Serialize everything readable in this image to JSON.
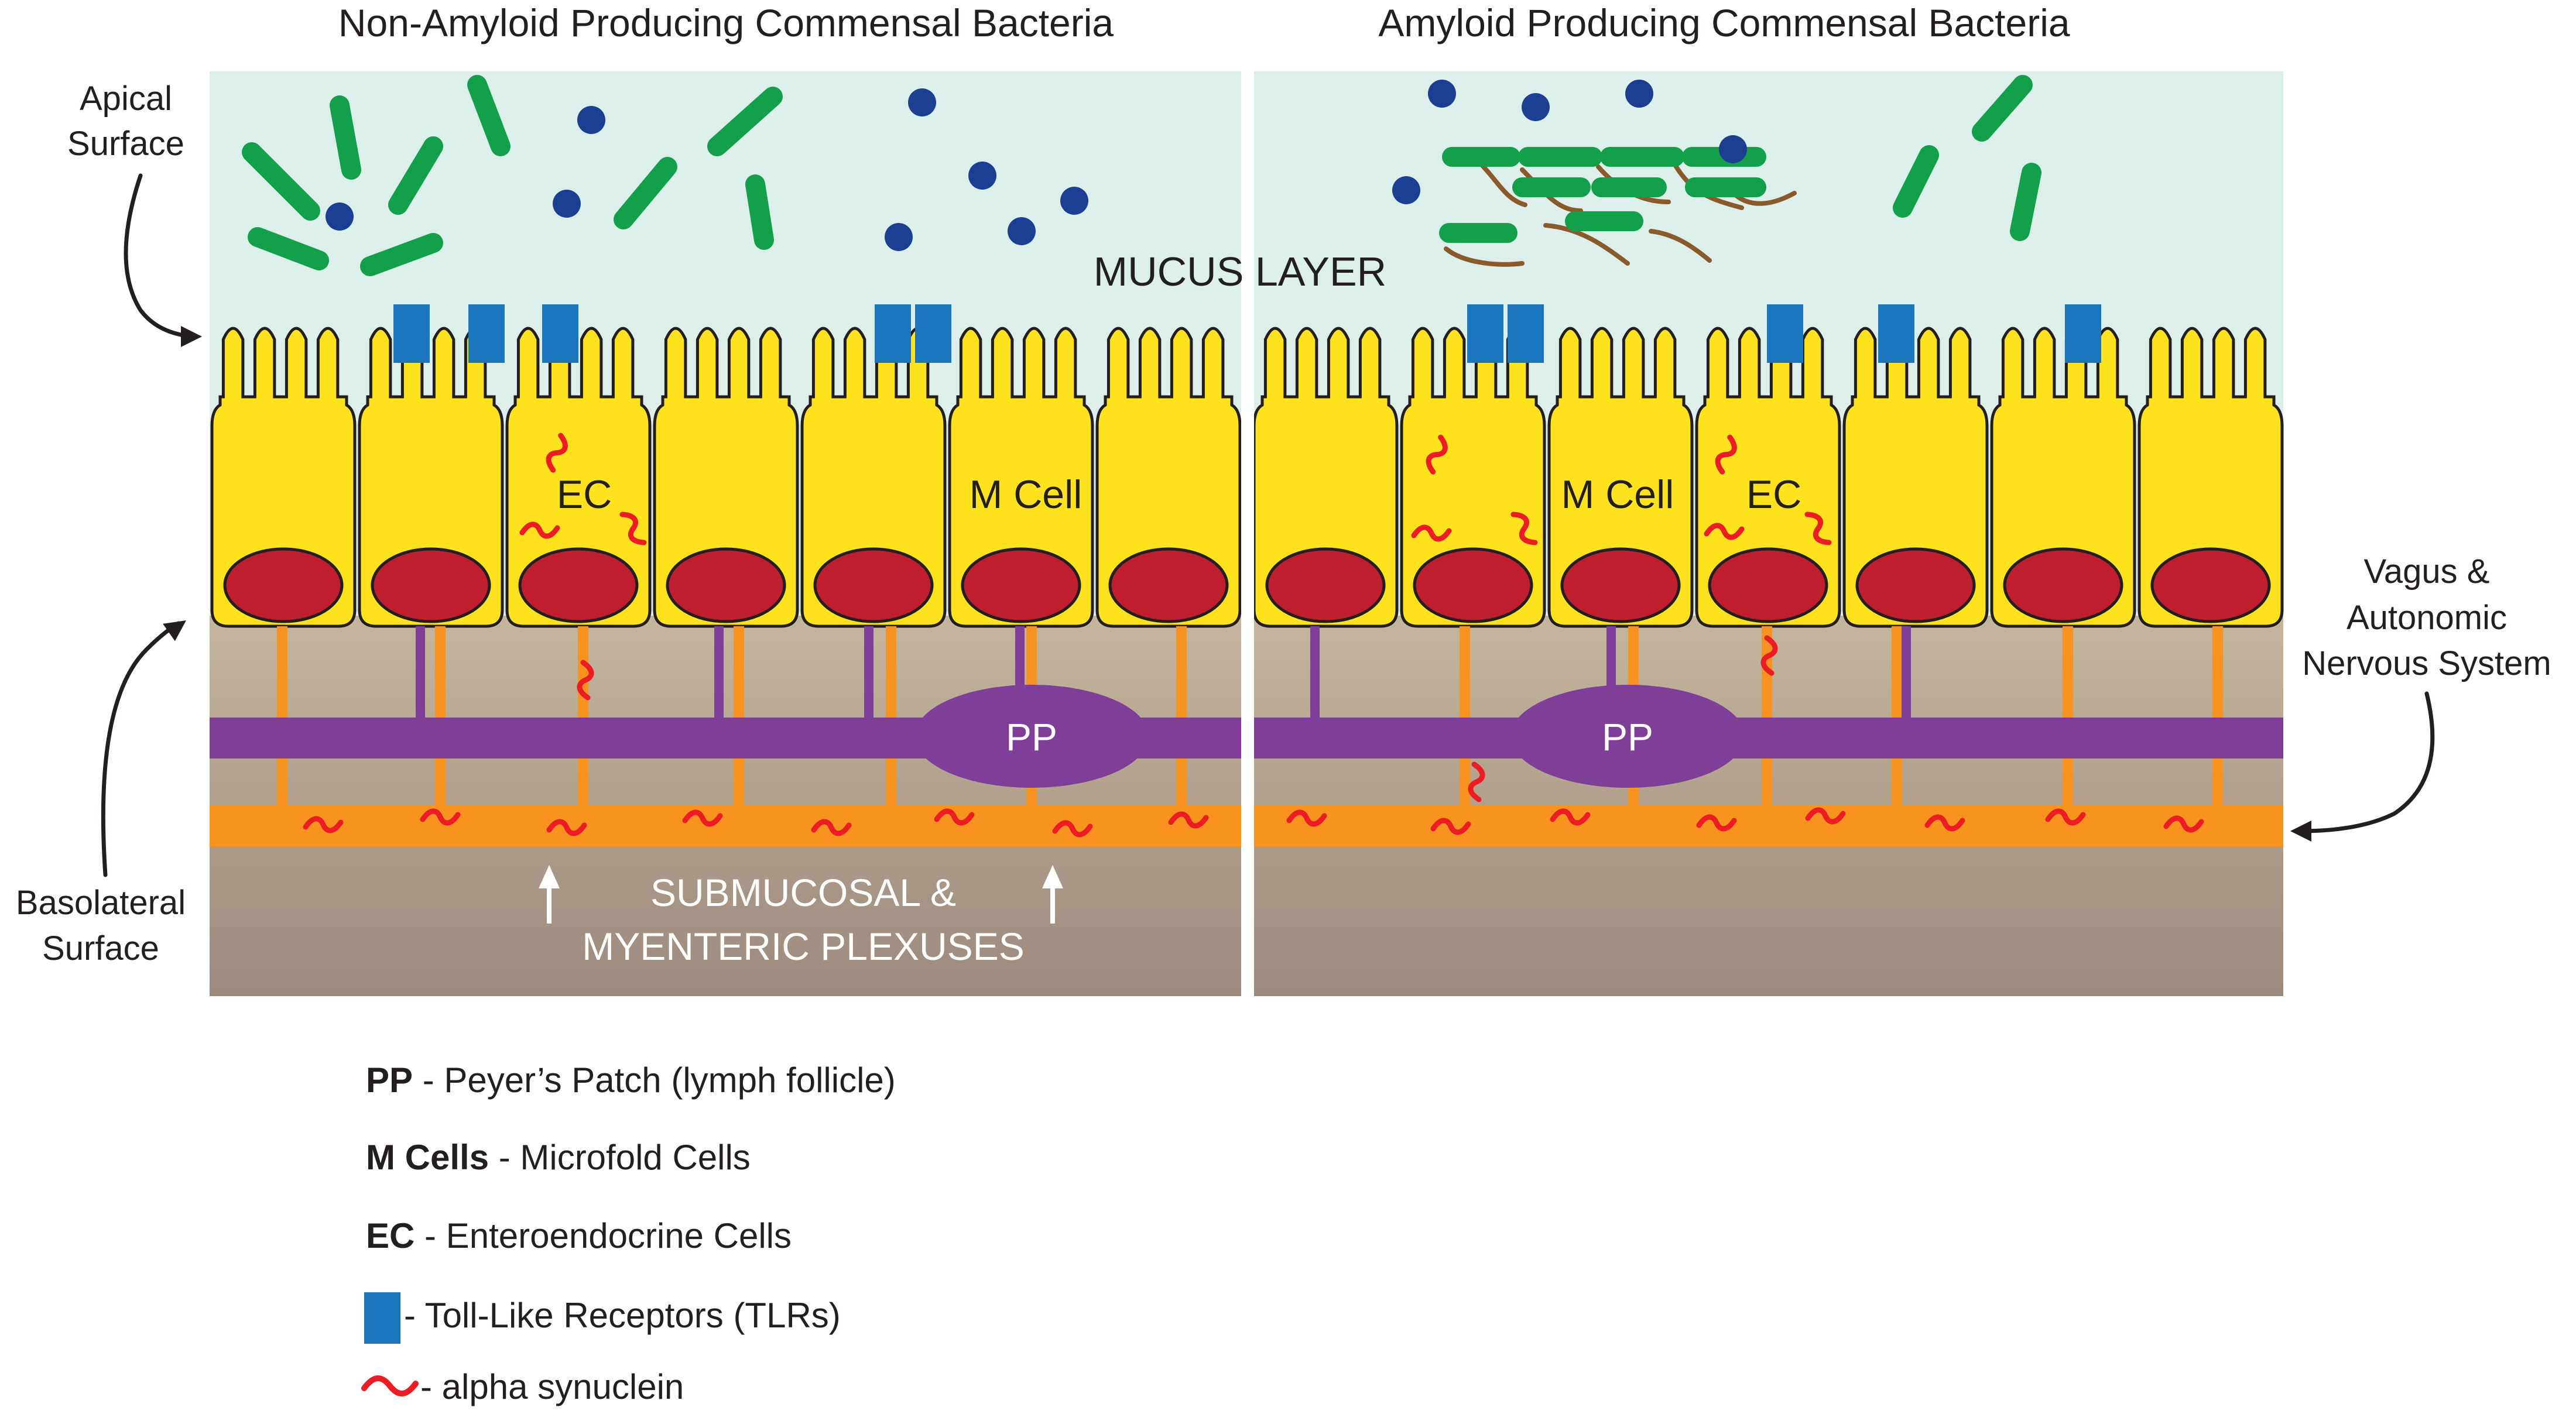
{
  "panels": {
    "left_title": "Non-Amyloid Producing Commensal Bacteria",
    "right_title": "Amyloid Producing Commensal Bacteria"
  },
  "labels": {
    "apical_line1": "Apical",
    "apical_line2": "Surface",
    "basolateral_line1": "Basolateral",
    "basolateral_line2": "Surface",
    "mucus_layer": "MUCUS LAYER",
    "vagus_line1": "Vagus &",
    "vagus_line2": "Autonomic",
    "vagus_line3": "Nervous System",
    "plexus_line1": "SUBMUCOSAL &",
    "plexus_line2": "MYENTERIC PLEXUSES",
    "ec": "EC",
    "m_cell": "M Cell",
    "pp": "PP"
  },
  "legend": {
    "pp": {
      "term": "PP",
      "desc": " - Peyer’s Patch (lymph follicle)"
    },
    "m_cells": {
      "term": "M Cells",
      "desc": " - Microfold Cells"
    },
    "ec": {
      "term": "EC",
      "desc": " - Enteroendocrine Cells"
    },
    "tlr": {
      "desc": " - Toll-Like Receptors (TLRs)"
    },
    "syn": {
      "desc": " - alpha synuclein"
    }
  },
  "colors": {
    "mucus": "#dcefeb",
    "cell": "#fde21d",
    "nucleus": "#be1e2d",
    "tlr": "#1b75bc",
    "bacteria": "#13a04a",
    "molecule": "#1c3f94",
    "pp_vessel": "#7f3f98",
    "plexus": "#f7931e",
    "synuclein": "#ed1c24",
    "fibril": "#8b5a2b",
    "tissue_top": "#c3b59c",
    "tissue_bottom": "#9d897c"
  }
}
